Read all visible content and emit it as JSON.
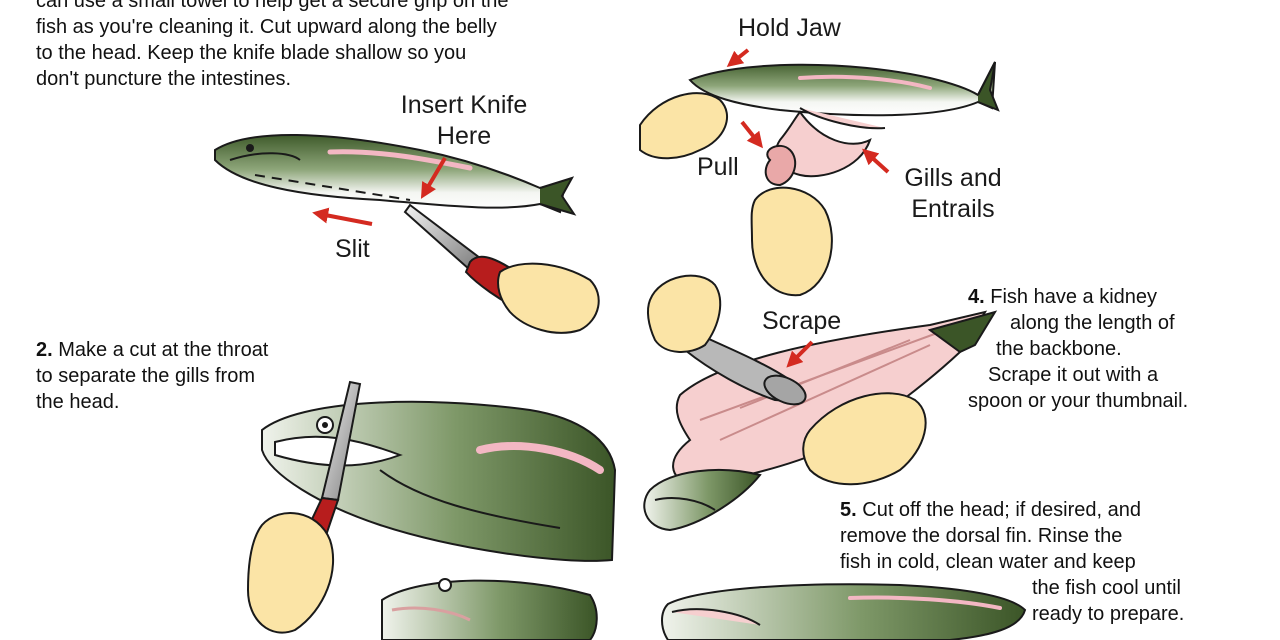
{
  "colors": {
    "arrow": "#d42a20",
    "skin": "#fbe4a6",
    "handle": "#b71d1d",
    "fish_dark": "#4c6a35",
    "fish_belly": "#ffffff",
    "flesh": "#f6cfcf",
    "outline": "#1a1a1a"
  },
  "step1": {
    "lines": [
      "can use a small towel to help get a secure grip on the",
      "fish as you're cleaning it. Cut upward along the belly",
      "to the head. Keep the knife blade shallow so you",
      "don't puncture the intestines."
    ],
    "labels": {
      "insert_knife": [
        "Insert Knife",
        "Here"
      ],
      "slit": "Slit"
    }
  },
  "step2": {
    "number": "2.",
    "lines": [
      "Make a cut at the throat",
      "to separate the gills from",
      "the head."
    ]
  },
  "step3": {
    "labels": {
      "hold_jaw": "Hold Jaw",
      "pull": "Pull",
      "gills_entrails": [
        "Gills and",
        "Entrails"
      ]
    }
  },
  "step4": {
    "number": "4.",
    "lines": [
      "Fish have a kidney",
      "along the length of",
      "the backbone.",
      "Scrape it out with a",
      "spoon or your thumbnail."
    ],
    "labels": {
      "scrape": "Scrape"
    }
  },
  "step5": {
    "number": "5.",
    "lines": [
      "Cut off the head; if desired, and",
      "remove the dorsal fin. Rinse the",
      "fish in cold, clean water and keep",
      "the fish cool until",
      "ready to prepare."
    ]
  }
}
